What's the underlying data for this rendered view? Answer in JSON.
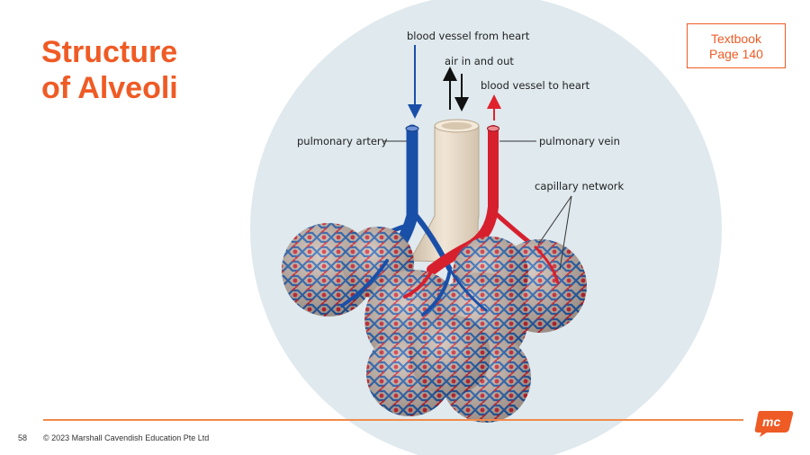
{
  "slide": {
    "title_line1": "Structure",
    "title_line2": "of Alveoli",
    "reference_line1": "Textbook",
    "reference_line2": "Page 140"
  },
  "diagram": {
    "labels": {
      "vessel_from_heart": "blood vessel from heart",
      "air": "air in and out",
      "vessel_to_heart": "blood vessel to heart",
      "pulmonary_artery": "pulmonary artery",
      "pulmonary_vein": "pulmonary vein",
      "capillary_network": "capillary network"
    },
    "colors": {
      "artery": "#1a4fa8",
      "vein": "#d7202e",
      "airway": "#e9dcc7",
      "background_circle": "#dfe9ee"
    }
  },
  "footer": {
    "page_number": "58",
    "copyright": "© 2023 Marshall Cavendish Education Pte Ltd",
    "logo_text": "mc"
  },
  "theme": {
    "accent": "#ef5b25"
  }
}
